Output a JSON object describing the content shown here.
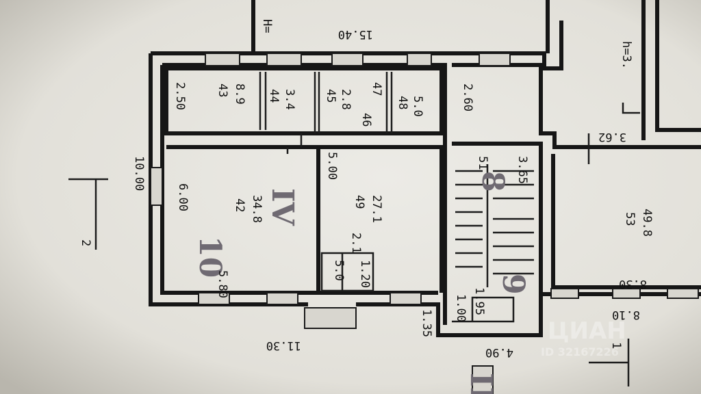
{
  "plan": {
    "rooms": [
      {
        "number": "43",
        "area": "8.9"
      },
      {
        "number": "44",
        "area": "3.4"
      },
      {
        "number": "45",
        "area": "2.8"
      },
      {
        "number": "46",
        "area": ""
      },
      {
        "number": "47",
        "area": ""
      },
      {
        "number": "48",
        "area": "5.0"
      },
      {
        "number": "42",
        "area": "34.8"
      },
      {
        "number": "49",
        "area": "27.1"
      },
      {
        "number": "51",
        "area": ""
      },
      {
        "number": "53",
        "area": "49.8"
      }
    ],
    "dimensions": {
      "d_2_50": "2.50",
      "d_2_60": "2.60",
      "d_6_00": "6.00",
      "d_5_80": "5.80",
      "d_5_00": "5.00",
      "d_2_1": "2.1",
      "d_1_20": "1.20",
      "d_3_65": "3.65",
      "d_8_30": "8.30",
      "d_8_10": "8.10",
      "d_3_62": "3.62",
      "d_10_00": "10.00",
      "d_11_30": "11.30",
      "d_1_35": "1.35",
      "d_4_90": "4.90",
      "d_15_40": "15.40",
      "d_1_00": "1.00",
      "d_1_95": "1.95",
      "d_5_0": "5.0",
      "h_top": "H=",
      "h_right": "h=3."
    },
    "labels": {
      "section": "IV",
      "num_10": "10",
      "num_8": "8",
      "num_9": "9",
      "num_1_mark": "1",
      "cut_2": "2",
      "cut_1": "1",
      "roman_2": "II"
    },
    "watermark": {
      "brand": "ЦИАН",
      "id": "ID 32167226"
    }
  }
}
